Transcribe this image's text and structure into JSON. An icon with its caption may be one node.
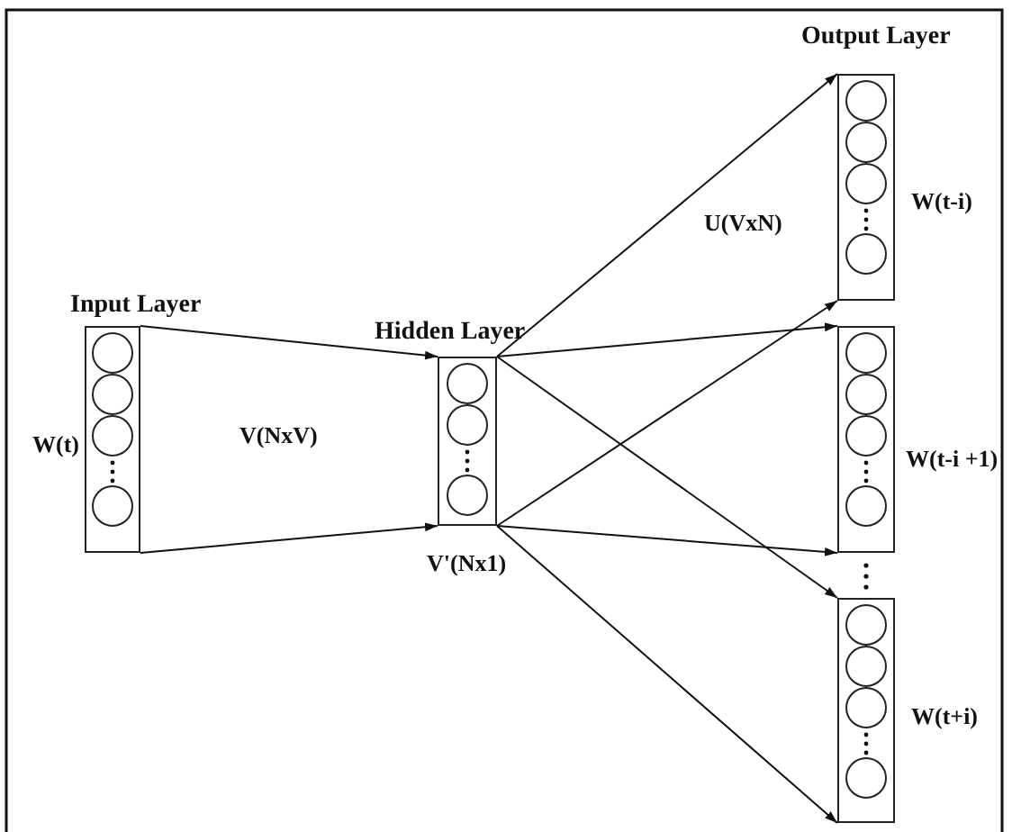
{
  "diagram": {
    "nodes": [
      {
        "text": [
          "Input Layer"
        ],
        "beside": [
          "W(t)"
        ]
      },
      {
        "text": [
          "Hidden Layer"
        ]
      },
      {
        "text": [
          "Output Layer"
        ],
        "beside": [
          "W(t-i)"
        ]
      },
      {
        "text": [],
        "shape": "box",
        "beside": [
          "W(t-i +1)"
        ]
      },
      {
        "text": [],
        "shape": "box",
        "beside": [
          "W(t+i)"
        ]
      }
    ],
    "edges": [
      {
        "from": 0,
        "to": 1,
        "arrow": "to"
      },
      {
        "from": 0,
        "to": 1,
        "arrow": "to"
      },
      {
        "from": 1,
        "to": 2,
        "arrow": "to"
      },
      {
        "from": 1,
        "to": 3,
        "arrow": "to"
      },
      {
        "from": 1,
        "to": 4,
        "arrow": "to"
      },
      {
        "from": 1,
        "to": 2,
        "arrow": "to"
      },
      {
        "from": 1,
        "to": 3,
        "arrow": "to"
      },
      {
        "from": 1,
        "to": 4,
        "arrow": "to"
      }
    ],
    "labels": [
      "U(VxN)",
      "V(NxV)",
      "V'(Nx1)"
    ]
  }
}
